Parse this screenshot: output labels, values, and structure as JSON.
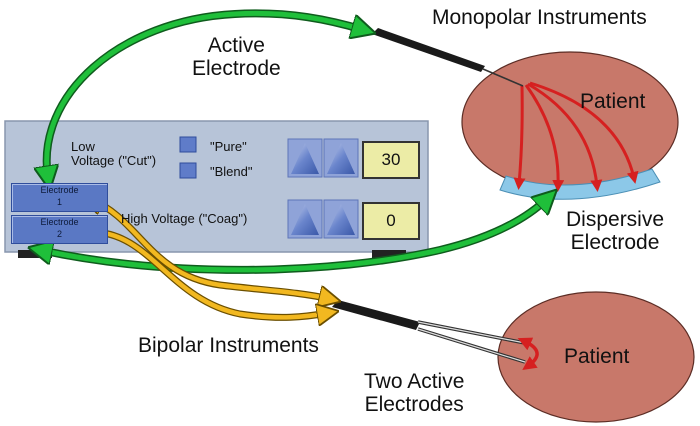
{
  "labels": {
    "active_electrode": [
      "Active",
      "Electrode"
    ],
    "monopolar_instruments": "Monopolar Instruments",
    "patient_top": "Patient",
    "dispersive_electrode": [
      "Dispersive",
      "Electrode"
    ],
    "bipolar_instruments": "Bipolar Instruments",
    "patient_bottom": "Patient",
    "two_active_electrodes": [
      "Two Active",
      "Electrodes"
    ]
  },
  "generator": {
    "low_voltage": [
      "Low",
      "Voltage (\"Cut\")"
    ],
    "pure": "\"Pure\"",
    "blend": "\"Blend\"",
    "high_voltage": "High Voltage (\"Coag\")",
    "electrode_1": [
      "Electrode",
      "1"
    ],
    "electrode_2": [
      "Electrode",
      "2"
    ],
    "low_display": "30",
    "high_display": "0"
  },
  "colors": {
    "monopolar_arrow": "#1fbf3a",
    "bipolar_arrow": "#f2b820",
    "current_arrow": "#d62020",
    "patient_fill": "#c8786a",
    "dispersive_pad": "#8cc8e8",
    "generator_panel": "#b7c4d8",
    "display_fill": "#ececa6"
  }
}
